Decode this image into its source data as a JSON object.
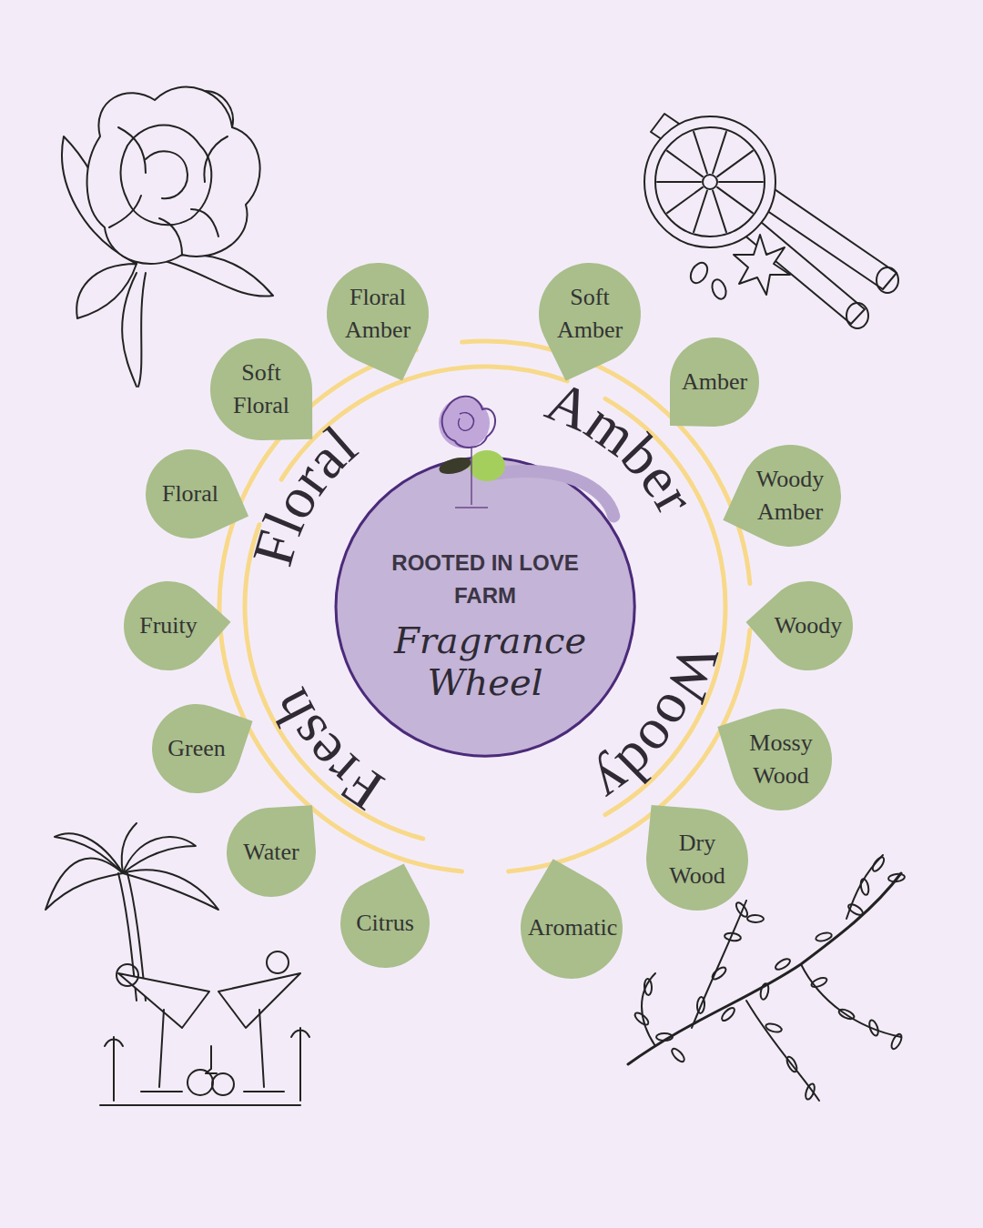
{
  "diagram": {
    "nodes": [
      {
        "text": [
          "ROOTED IN LOVE FARM",
          "Fragrance Wheel"
        ]
      },
      {
        "text": [
          "Floral Amber"
        ]
      },
      {
        "text": [
          "Soft Amber"
        ]
      },
      {
        "text": [
          "Amber"
        ]
      },
      {
        "text": [
          "Woody Amber"
        ]
      },
      {
        "text": [
          "Woody"
        ]
      },
      {
        "text": [
          "Mossy Wood"
        ]
      },
      {
        "text": [
          "Dry Wood"
        ]
      },
      {
        "text": [
          "Aromatic"
        ]
      },
      {
        "text": [
          "Citrus"
        ]
      },
      {
        "text": [
          "Water"
        ]
      },
      {
        "text": [
          "Green"
        ]
      },
      {
        "text": [
          "Fruity"
        ]
      },
      {
        "text": [
          "Floral"
        ]
      },
      {
        "text": [
          "Soft Floral"
        ]
      }
    ],
    "labels": [
      "Floral",
      "Amber",
      "Woody",
      "Fresh"
    ]
  }
}
